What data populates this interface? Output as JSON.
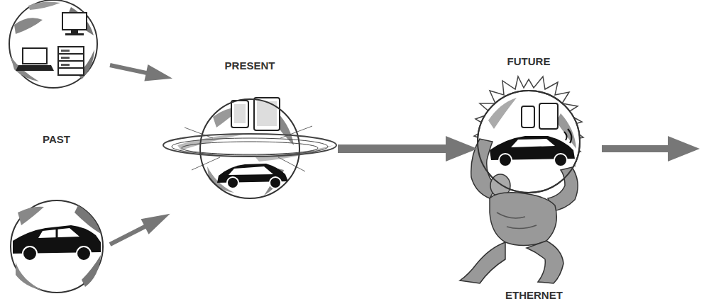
{
  "diagram": {
    "nodes": [
      {
        "text": [
          "PRESENT"
        ]
      },
      {
        "text": [
          "FUTURE"
        ]
      }
    ],
    "edges": [
      {
        "from": 0,
        "to": 1,
        "arrow": "to"
      }
    ],
    "labels": [
      "PAST",
      "ETHERNET"
    ]
  }
}
